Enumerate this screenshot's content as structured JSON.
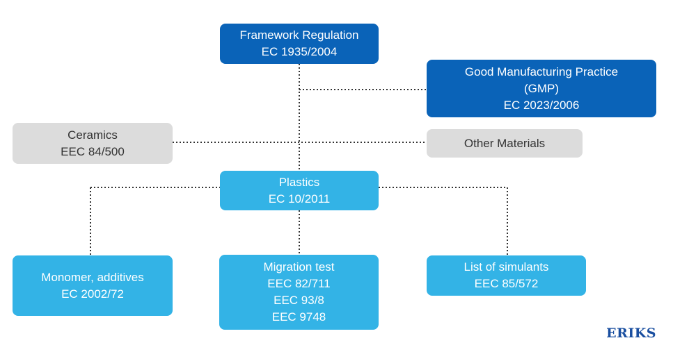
{
  "nodes": {
    "framework": {
      "lines": [
        "Framework Regulation",
        "EC 1935/2004"
      ]
    },
    "gmp": {
      "lines": [
        "Good Manufacturing Practice",
        "(GMP)",
        "EC 2023/2006"
      ]
    },
    "ceramics": {
      "lines": [
        "Ceramics",
        "EEC 84/500"
      ]
    },
    "other": {
      "lines": [
        "Other Materials"
      ]
    },
    "plastics": {
      "lines": [
        "Plastics",
        "EC 10/2011"
      ]
    },
    "monomer": {
      "lines": [
        "Monomer, additives",
        "EC 2002/72"
      ]
    },
    "migration": {
      "lines": [
        "Migration test",
        "EEC 82/711",
        "EEC 93/8",
        "EEC 9748"
      ]
    },
    "simulants": {
      "lines": [
        "List of simulants",
        "EEC 85/572"
      ]
    }
  },
  "logo": {
    "text": "ERIKS"
  },
  "colors": {
    "dark_box": "#0a63b8",
    "light_box": "#33b3e6",
    "grey_box": "#dcdcdc",
    "connector": "#333333"
  }
}
